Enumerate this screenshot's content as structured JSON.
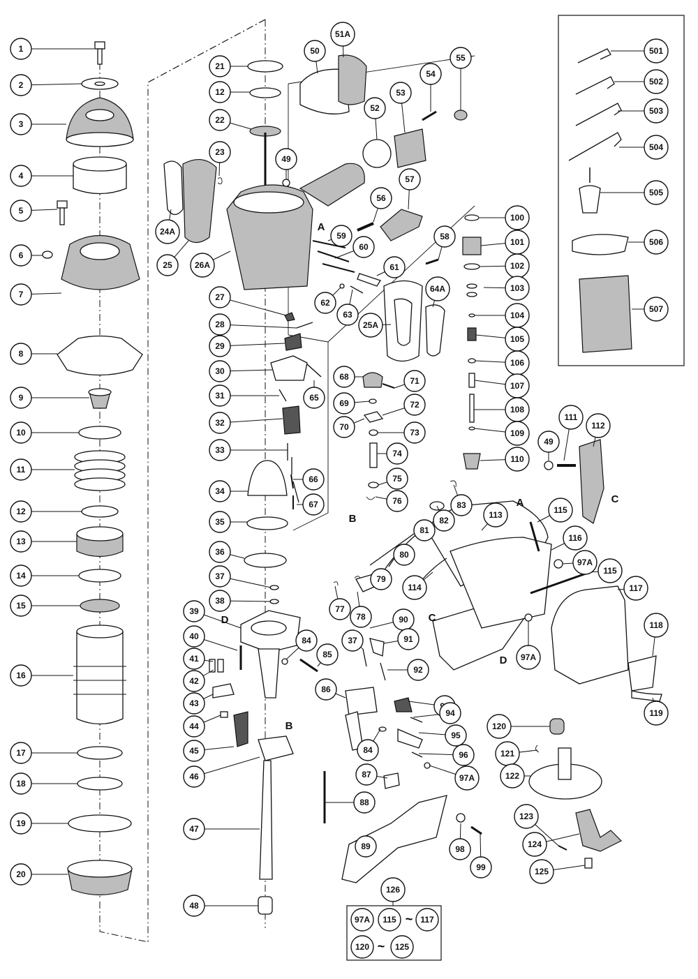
{
  "diagram": {
    "callouts": [
      {
        "id": "c1",
        "label": "1"
      },
      {
        "id": "c2",
        "label": "2"
      },
      {
        "id": "c3",
        "label": "3"
      },
      {
        "id": "c4",
        "label": "4"
      },
      {
        "id": "c5",
        "label": "5"
      },
      {
        "id": "c6",
        "label": "6"
      },
      {
        "id": "c7",
        "label": "7"
      },
      {
        "id": "c8",
        "label": "8"
      },
      {
        "id": "c9",
        "label": "9"
      },
      {
        "id": "c10",
        "label": "10"
      },
      {
        "id": "c11",
        "label": "11"
      },
      {
        "id": "c12a",
        "label": "12"
      },
      {
        "id": "c13",
        "label": "13"
      },
      {
        "id": "c14",
        "label": "14"
      },
      {
        "id": "c15",
        "label": "15"
      },
      {
        "id": "c16",
        "label": "16"
      },
      {
        "id": "c17",
        "label": "17"
      },
      {
        "id": "c18",
        "label": "18"
      },
      {
        "id": "c19",
        "label": "19"
      },
      {
        "id": "c20",
        "label": "20"
      },
      {
        "id": "c21",
        "label": "21"
      },
      {
        "id": "c12b",
        "label": "12"
      },
      {
        "id": "c22",
        "label": "22"
      },
      {
        "id": "c23",
        "label": "23"
      },
      {
        "id": "c24A",
        "label": "24A"
      },
      {
        "id": "c25",
        "label": "25"
      },
      {
        "id": "c26A",
        "label": "26A"
      },
      {
        "id": "c27",
        "label": "27"
      },
      {
        "id": "c28",
        "label": "28"
      },
      {
        "id": "c29",
        "label": "29"
      },
      {
        "id": "c30",
        "label": "30"
      },
      {
        "id": "c31",
        "label": "31"
      },
      {
        "id": "c32",
        "label": "32"
      },
      {
        "id": "c33",
        "label": "33"
      },
      {
        "id": "c34",
        "label": "34"
      },
      {
        "id": "c35",
        "label": "35"
      },
      {
        "id": "c36",
        "label": "36"
      },
      {
        "id": "c37a",
        "label": "37"
      },
      {
        "id": "c38",
        "label": "38"
      },
      {
        "id": "c39",
        "label": "39"
      },
      {
        "id": "c40",
        "label": "40"
      },
      {
        "id": "c41",
        "label": "41"
      },
      {
        "id": "c42",
        "label": "42"
      },
      {
        "id": "c43",
        "label": "43"
      },
      {
        "id": "c44",
        "label": "44"
      },
      {
        "id": "c45",
        "label": "45"
      },
      {
        "id": "c46",
        "label": "46"
      },
      {
        "id": "c47",
        "label": "47"
      },
      {
        "id": "c48",
        "label": "48"
      },
      {
        "id": "c49a",
        "label": "49"
      },
      {
        "id": "c50",
        "label": "50"
      },
      {
        "id": "c51A",
        "label": "51A"
      },
      {
        "id": "c52",
        "label": "52"
      },
      {
        "id": "c53",
        "label": "53"
      },
      {
        "id": "c54",
        "label": "54"
      },
      {
        "id": "c55",
        "label": "55"
      },
      {
        "id": "c56",
        "label": "56"
      },
      {
        "id": "c57",
        "label": "57"
      },
      {
        "id": "c58",
        "label": "58"
      },
      {
        "id": "c59",
        "label": "59"
      },
      {
        "id": "c60",
        "label": "60"
      },
      {
        "id": "c61",
        "label": "61"
      },
      {
        "id": "c62",
        "label": "62"
      },
      {
        "id": "c63",
        "label": "63"
      },
      {
        "id": "c25A",
        "label": "25A"
      },
      {
        "id": "c64A",
        "label": "64A"
      },
      {
        "id": "c65",
        "label": "65"
      },
      {
        "id": "c66",
        "label": "66"
      },
      {
        "id": "c67",
        "label": "67"
      },
      {
        "id": "c68",
        "label": "68"
      },
      {
        "id": "c69",
        "label": "69"
      },
      {
        "id": "c70",
        "label": "70"
      },
      {
        "id": "c71",
        "label": "71"
      },
      {
        "id": "c72",
        "label": "72"
      },
      {
        "id": "c73",
        "label": "73"
      },
      {
        "id": "c74",
        "label": "74"
      },
      {
        "id": "c75",
        "label": "75"
      },
      {
        "id": "c76",
        "label": "76"
      },
      {
        "id": "c77",
        "label": "77"
      },
      {
        "id": "c78",
        "label": "78"
      },
      {
        "id": "c79",
        "label": "79"
      },
      {
        "id": "c80",
        "label": "80"
      },
      {
        "id": "c81",
        "label": "81"
      },
      {
        "id": "c82",
        "label": "82"
      },
      {
        "id": "c83",
        "label": "83"
      },
      {
        "id": "c84a",
        "label": "84"
      },
      {
        "id": "c85",
        "label": "85"
      },
      {
        "id": "c86",
        "label": "86"
      },
      {
        "id": "c84b",
        "label": "84"
      },
      {
        "id": "c37b",
        "label": "37"
      },
      {
        "id": "c87",
        "label": "87"
      },
      {
        "id": "c88",
        "label": "88"
      },
      {
        "id": "c89",
        "label": "89"
      },
      {
        "id": "c90",
        "label": "90"
      },
      {
        "id": "c91",
        "label": "91"
      },
      {
        "id": "c92",
        "label": "92"
      },
      {
        "id": "c93",
        "label": "93"
      },
      {
        "id": "c94",
        "label": "94"
      },
      {
        "id": "c95",
        "label": "95"
      },
      {
        "id": "c96",
        "label": "96"
      },
      {
        "id": "c97Aa",
        "label": "97A"
      },
      {
        "id": "c98",
        "label": "98"
      },
      {
        "id": "c99",
        "label": "99"
      },
      {
        "id": "c100",
        "label": "100"
      },
      {
        "id": "c101",
        "label": "101"
      },
      {
        "id": "c102",
        "label": "102"
      },
      {
        "id": "c103",
        "label": "103"
      },
      {
        "id": "c104",
        "label": "104"
      },
      {
        "id": "c105",
        "label": "105"
      },
      {
        "id": "c106",
        "label": "106"
      },
      {
        "id": "c107",
        "label": "107"
      },
      {
        "id": "c108",
        "label": "108"
      },
      {
        "id": "c109",
        "label": "109"
      },
      {
        "id": "c110",
        "label": "110"
      },
      {
        "id": "c49b",
        "label": "49"
      },
      {
        "id": "c111",
        "label": "111"
      },
      {
        "id": "c112",
        "label": "112"
      },
      {
        "id": "c113",
        "label": "113"
      },
      {
        "id": "c114",
        "label": "114"
      },
      {
        "id": "c115a",
        "label": "115"
      },
      {
        "id": "c116",
        "label": "116"
      },
      {
        "id": "c97Ab",
        "label": "97A"
      },
      {
        "id": "c115b",
        "label": "115"
      },
      {
        "id": "c117",
        "label": "117"
      },
      {
        "id": "c97Ac",
        "label": "97A"
      },
      {
        "id": "c118",
        "label": "118"
      },
      {
        "id": "c119",
        "label": "119"
      },
      {
        "id": "c120",
        "label": "120"
      },
      {
        "id": "c121",
        "label": "121"
      },
      {
        "id": "c122",
        "label": "122"
      },
      {
        "id": "c123",
        "label": "123"
      },
      {
        "id": "c124",
        "label": "124"
      },
      {
        "id": "c125",
        "label": "125"
      },
      {
        "id": "c126",
        "label": "126"
      },
      {
        "id": "c501",
        "label": "501"
      },
      {
        "id": "c502",
        "label": "502"
      },
      {
        "id": "c503",
        "label": "503"
      },
      {
        "id": "c504",
        "label": "504"
      },
      {
        "id": "c505",
        "label": "505"
      },
      {
        "id": "c506",
        "label": "506"
      },
      {
        "id": "c507",
        "label": "507"
      }
    ],
    "markers": [
      {
        "id": "mA1",
        "label": "A"
      },
      {
        "id": "mA2",
        "label": "A"
      },
      {
        "id": "mB1",
        "label": "B"
      },
      {
        "id": "mB2",
        "label": "B"
      },
      {
        "id": "mC1",
        "label": "C"
      },
      {
        "id": "mC2",
        "label": "C"
      },
      {
        "id": "mD1",
        "label": "D"
      },
      {
        "id": "mD2",
        "label": "D"
      }
    ],
    "kit_box": {
      "items": [
        {
          "id": "k97A",
          "label": "97A"
        },
        {
          "id": "k115",
          "label": "115"
        },
        {
          "id": "k117",
          "label": "117"
        },
        {
          "id": "k120",
          "label": "120"
        },
        {
          "id": "k125",
          "label": "125"
        }
      ],
      "range_symbol": "~"
    }
  }
}
